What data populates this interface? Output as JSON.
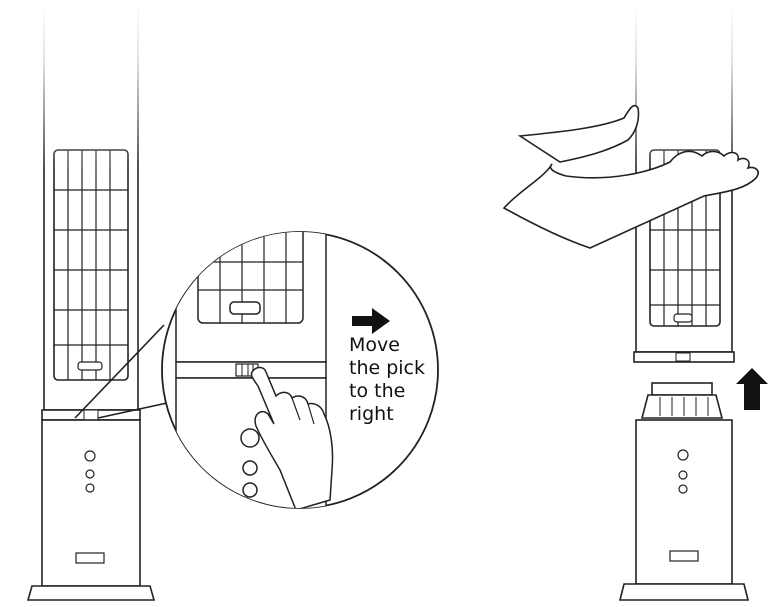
{
  "callout": {
    "lines": [
      "Move",
      "the pick",
      "to the",
      "right"
    ]
  },
  "colors": {
    "line": "#222222",
    "fill": "#ffffff",
    "arrow": "#111111"
  },
  "icons": {
    "right_arrow": "right-arrow-icon",
    "up_arrow": "up-arrow-icon"
  }
}
